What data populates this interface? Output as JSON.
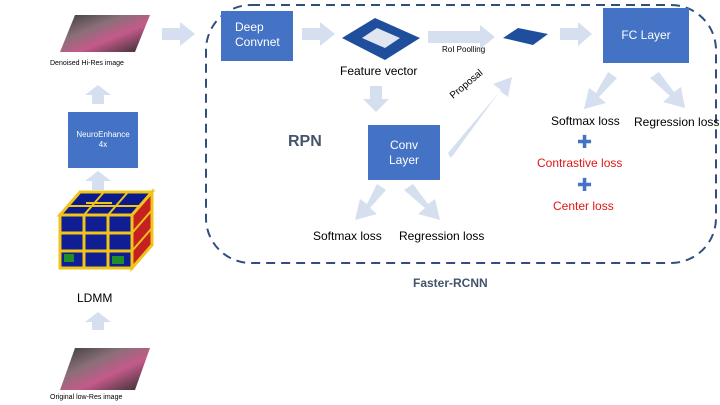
{
  "colors": {
    "box_fill": "#4472c4",
    "arrow": "#d6dff0",
    "border": "#2f4f7f",
    "loss_highlight": "#e01515",
    "heading": "#44546a",
    "text": "#000000"
  },
  "left_column": {
    "original_image_caption": "Original low-Res image",
    "ldmm_label": "LDMM",
    "neuroenhance_line1": "NeuroEnhance",
    "neuroenhance_line2": "4x",
    "denoised_image_caption": "Denoised Hi-Res image"
  },
  "faster_rcnn": {
    "title": "Faster-RCNN",
    "deep_convnet_line1": "Deep",
    "deep_convnet_line2": "Convnet",
    "feature_vector": "Feature vector",
    "roi_pooling": "RoI Poolling",
    "fc_layer": "FC Layer",
    "proposal": "Proposal",
    "rpn": {
      "title": "RPN",
      "conv_line1": "Conv",
      "conv_line2": "Layer",
      "softmax_loss": "Softmax loss",
      "regression_loss": "Regression loss"
    },
    "head": {
      "softmax_loss": "Softmax loss",
      "regression_loss": "Regression loss",
      "contrastive_loss": "Contrastive loss",
      "center_loss": "Center loss",
      "plus_symbol": "✚"
    }
  }
}
